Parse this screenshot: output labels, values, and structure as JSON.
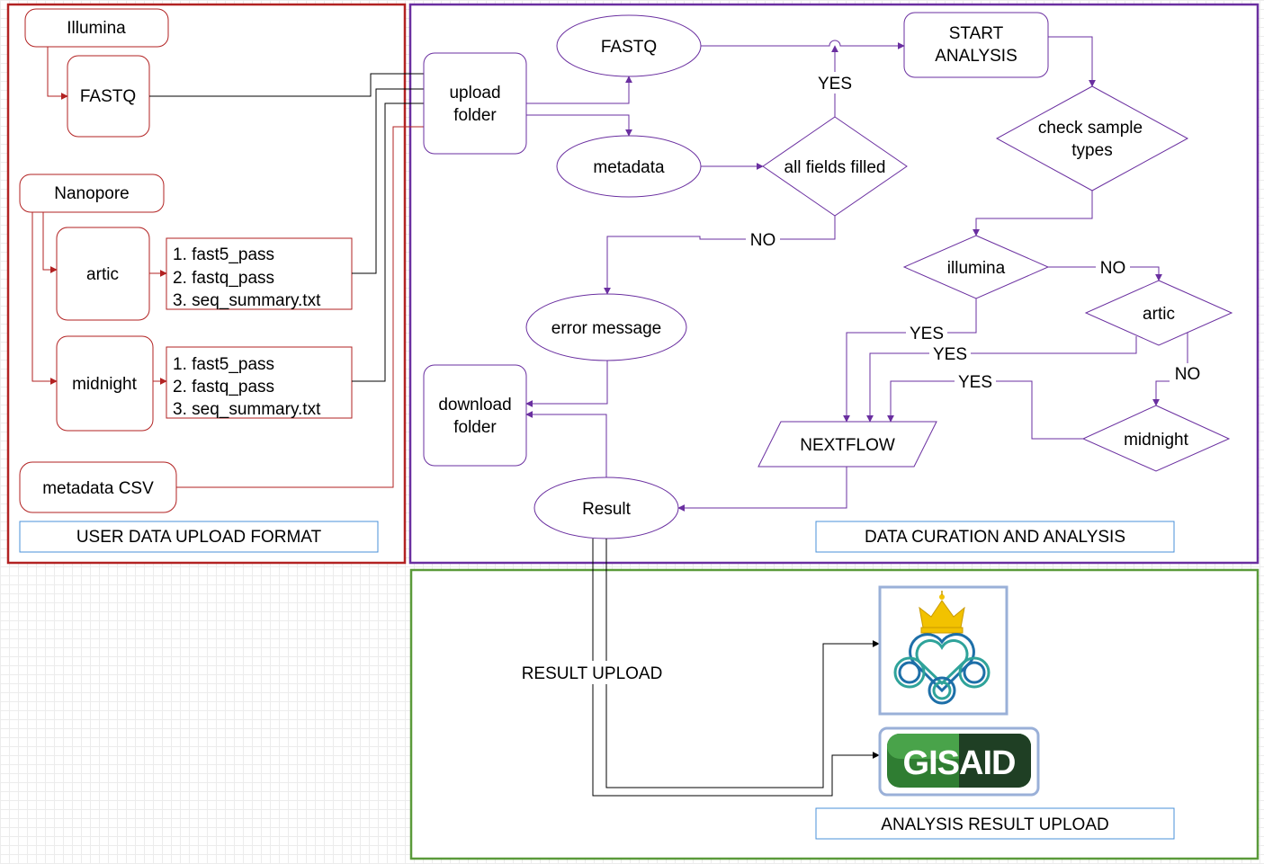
{
  "colors": {
    "red": "#b22222",
    "purple": "#6a2fa0",
    "green": "#5a9a3a",
    "blue": "#4a90d9",
    "black": "#000000"
  },
  "panels": {
    "upload": {
      "caption": "USER DATA UPLOAD FORMAT"
    },
    "analysis": {
      "caption": "DATA CURATION AND ANALYSIS"
    },
    "result": {
      "caption": "ANALYSIS RESULT UPLOAD"
    }
  },
  "left": {
    "illumina": "Illumina",
    "fastq": "FASTQ",
    "nanopore": "Nanopore",
    "artic": "artic",
    "midnight": "midnight",
    "artic_files": [
      "1. fast5_pass",
      "2. fastq_pass",
      "3. seq_summary.txt"
    ],
    "midnight_files": [
      "1. fast5_pass",
      "2. fastq_pass",
      "3. seq_summary.txt"
    ],
    "metadata_csv": "metadata CSV"
  },
  "flow": {
    "upload_folder": [
      "upload",
      "folder"
    ],
    "fastq": "FASTQ",
    "metadata": "metadata",
    "all_fields": "all fields filled",
    "yes": "YES",
    "no": "NO",
    "start_analysis": [
      "START",
      "ANALYSIS"
    ],
    "check_types": [
      "check sample",
      "types"
    ],
    "illumina": "illumina",
    "artic": "artic",
    "midnight": "midnight",
    "nextflow": "NEXTFLOW",
    "error_message": "error message",
    "download_folder": [
      "download",
      "folder"
    ],
    "result": "Result"
  },
  "result_upload": {
    "label": "RESULT UPLOAD",
    "logo_public_health": "public-health-agency-logo",
    "logo_gisaid": "GISAID"
  }
}
